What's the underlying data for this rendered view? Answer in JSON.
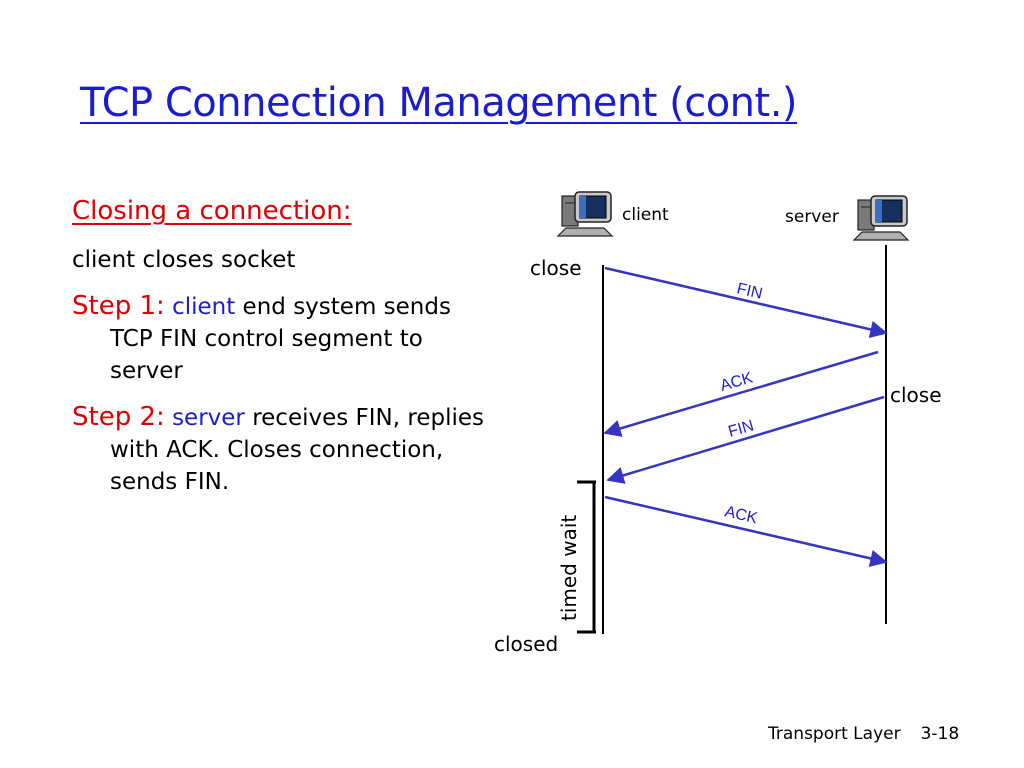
{
  "slide": {
    "title": "TCP Connection Management (cont.)",
    "heading": "Closing a connection:",
    "intro": "client closes socket",
    "steps": [
      {
        "label": "Step 1:",
        "actor": "client",
        "text": " end system sends TCP FIN control segment to server"
      },
      {
        "label": "Step 2:",
        "actor": "server",
        "text": " receives FIN, replies with ACK. Closes connection, sends FIN."
      }
    ],
    "footer": {
      "section": "Transport Layer",
      "page": "3-18"
    }
  },
  "diagram": {
    "client_label": "client",
    "server_label": "server",
    "client_close": "close",
    "server_close": "close",
    "timed_wait": "timed wait",
    "closed": "closed",
    "messages": [
      "FIN",
      "ACK",
      "FIN",
      "ACK"
    ]
  },
  "colors": {
    "title": "#1c1ccf",
    "accent_red": "#e00000",
    "arrow": "#3535c0"
  }
}
